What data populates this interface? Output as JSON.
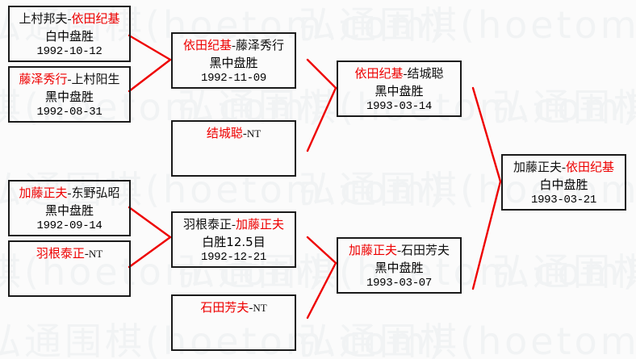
{
  "page": {
    "title": "Go Tournament Bracket",
    "background_color": "#fbfbfb",
    "line_color": "#ee0000",
    "box_border_color": "#1a1a1a",
    "highlight_color": "#ee0000",
    "text_color": "#000000"
  },
  "watermark": {
    "text": "弘通围棋(hoetom.com)",
    "color": "#f1f3f4"
  },
  "bracket": {
    "round1": [
      {
        "id": "r1-m1",
        "player_left": "上村邦夫",
        "player_left_winner": false,
        "separator": "-",
        "player_right": "依田纪基",
        "player_right_winner": true,
        "result": "白中盘胜",
        "date": "1992-10-12"
      },
      {
        "id": "r1-m2",
        "player_left": "藤泽秀行",
        "player_left_winner": true,
        "separator": "-",
        "player_right": "上村阳生",
        "player_right_winner": false,
        "result": "黑中盘胜",
        "date": "1992-08-31"
      },
      {
        "id": "r1-m3",
        "player_left": "加藤正夫",
        "player_left_winner": true,
        "separator": "-",
        "player_right": "东野弘昭",
        "player_right_winner": false,
        "result": "黑中盘胜",
        "date": "1992-09-14"
      }
    ],
    "byes": [
      {
        "id": "bye-hane",
        "player_left": "羽根泰正",
        "player_left_winner": true,
        "separator": "-",
        "player_right": "NT",
        "player_right_winner": false,
        "result": "",
        "date": ""
      },
      {
        "id": "bye-yuki",
        "player_left": "结城聪",
        "player_left_winner": true,
        "separator": "-",
        "player_right": "NT",
        "player_right_winner": false,
        "result": "",
        "date": ""
      },
      {
        "id": "bye-ishida",
        "player_left": "石田芳夫",
        "player_left_winner": true,
        "separator": "-",
        "player_right": "NT",
        "player_right_winner": false,
        "result": "",
        "date": ""
      }
    ],
    "round2": [
      {
        "id": "r2-m1",
        "player_left": "依田纪基",
        "player_left_winner": true,
        "separator": "-",
        "player_right": "藤泽秀行",
        "player_right_winner": false,
        "result": "黑中盘胜",
        "date": "1992-11-09"
      },
      {
        "id": "r2-m2",
        "player_left": "羽根泰正",
        "player_left_winner": false,
        "separator": "-",
        "player_right": "加藤正夫",
        "player_right_winner": true,
        "result": "白胜12.5目",
        "date": "1992-12-21"
      }
    ],
    "round3": [
      {
        "id": "r3-m1",
        "player_left": "依田纪基",
        "player_left_winner": true,
        "separator": "-",
        "player_right": "结城聪",
        "player_right_winner": false,
        "result": "黑中盘胜",
        "date": "1993-03-14"
      },
      {
        "id": "r3-m2",
        "player_left": "加藤正夫",
        "player_left_winner": true,
        "separator": "-",
        "player_right": "石田芳夫",
        "player_right_winner": false,
        "result": "黑中盘胜",
        "date": "1993-03-07"
      }
    ],
    "final": [
      {
        "id": "final-m1",
        "player_left": "加藤正夫",
        "player_left_winner": false,
        "separator": "-",
        "player_right": "依田纪基",
        "player_right_winner": true,
        "result": "白中盘胜",
        "date": "1993-03-21"
      }
    ]
  }
}
